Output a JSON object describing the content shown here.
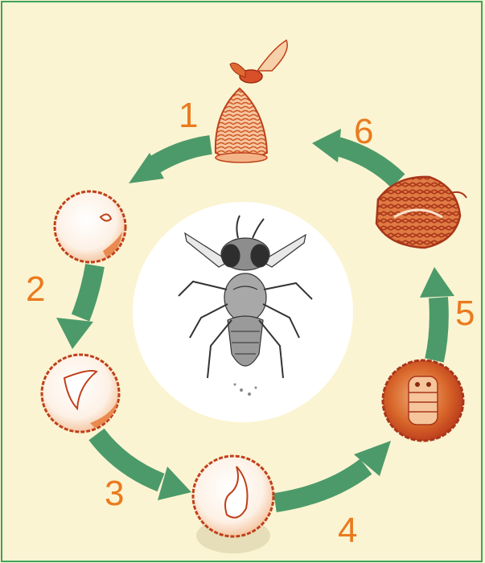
{
  "colors": {
    "background": "#fbf4d2",
    "frame": "#3fa35a",
    "arrow": "#4c9a6a",
    "number": "#ea7a1e",
    "stage_outline": "#c0401a",
    "stage_fill": "#e9854a",
    "center_circle": "#ffffff"
  },
  "cycle": {
    "center_icon": "wasp-insect-icon",
    "steps": [
      {
        "number": "1",
        "icon": "adult-emerging-from-gall-icon"
      },
      {
        "number": "2",
        "icon": "egg-in-seed-icon"
      },
      {
        "number": "3",
        "icon": "young-larva-in-seed-icon"
      },
      {
        "number": "4",
        "icon": "grown-larva-in-seed-icon"
      },
      {
        "number": "5",
        "icon": "pupa-in-seed-icon"
      },
      {
        "number": "6",
        "icon": "developed-adult-in-gall-icon"
      }
    ]
  }
}
